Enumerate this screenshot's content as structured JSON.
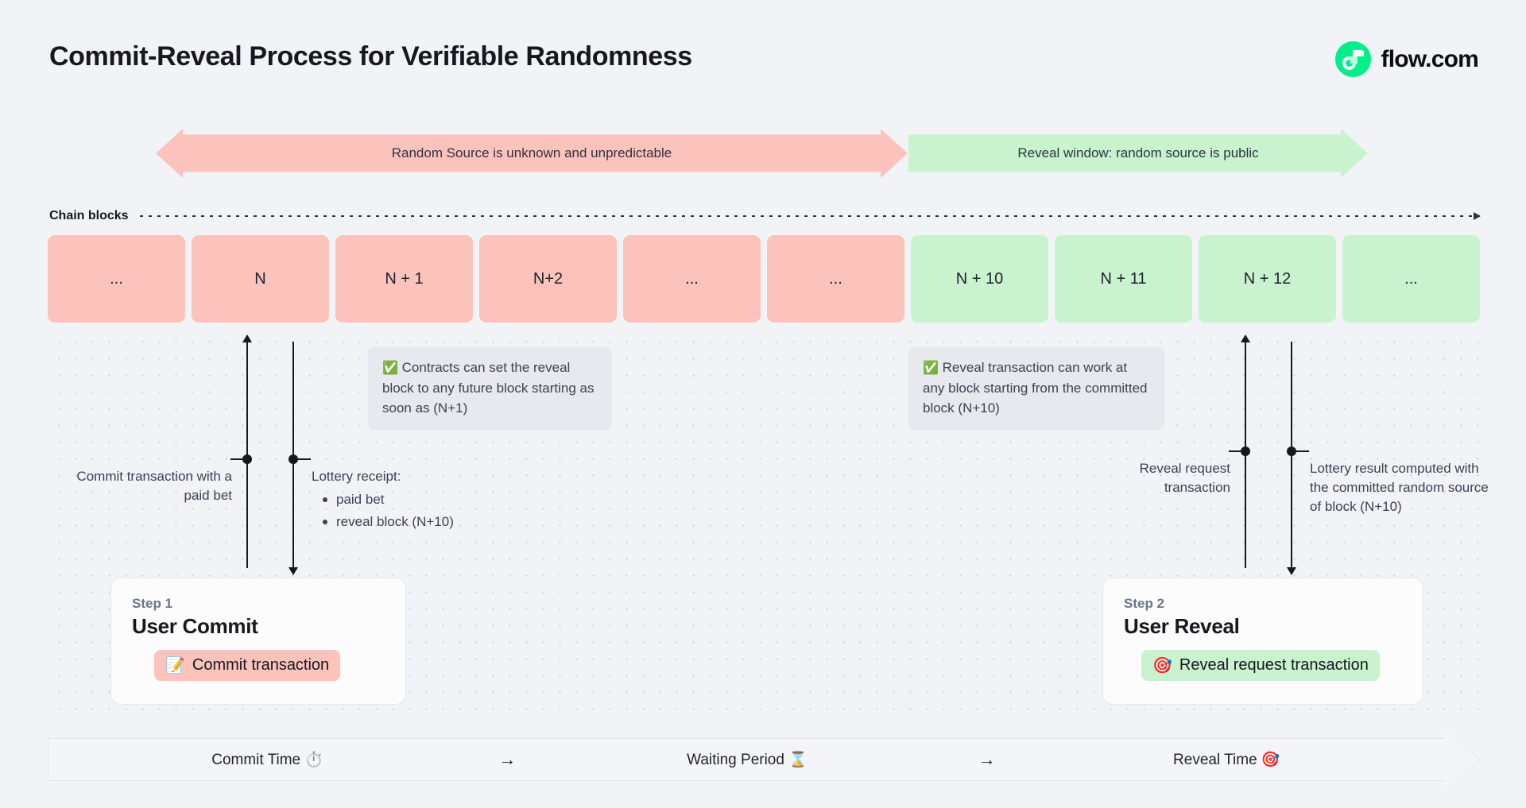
{
  "header": {
    "title": "Commit-Reveal Process for Verifiable Randomness",
    "brand_name": "flow.com",
    "brand_color": "#00ef8b"
  },
  "phases": {
    "unknown": {
      "label": "Random Source is unknown and unpredictable",
      "color": "#fcc3bc"
    },
    "reveal": {
      "label": "Reveal window: random source is public",
      "color": "#c9f2ce"
    }
  },
  "chain": {
    "label": "Chain blocks",
    "blocks": [
      {
        "label": "...",
        "state": "pink"
      },
      {
        "label": "N",
        "state": "pink"
      },
      {
        "label": "N + 1",
        "state": "pink"
      },
      {
        "label": "N+2",
        "state": "pink"
      },
      {
        "label": "...",
        "state": "pink"
      },
      {
        "label": "...",
        "state": "pink"
      },
      {
        "label": "N + 10",
        "state": "green"
      },
      {
        "label": "N + 11",
        "state": "green"
      },
      {
        "label": "N + 12",
        "state": "green"
      },
      {
        "label": "...",
        "state": "green"
      }
    ]
  },
  "notes": {
    "contracts": {
      "icon": "white-check-mark",
      "emoji": "✅",
      "text": "Contracts can set the reveal block to any future block starting as soon as (N+1)"
    },
    "reveal": {
      "icon": "white-check-mark",
      "emoji": "✅",
      "text": "Reveal transaction can work at any block starting from the committed block (N+10)"
    }
  },
  "annotations": {
    "commit": {
      "text": "Commit transaction with a paid bet"
    },
    "receipt": {
      "heading": "Lottery receipt:",
      "items": [
        "paid bet",
        "reveal block (N+10)"
      ]
    },
    "request": {
      "text": "Reveal request transaction"
    },
    "result": {
      "text": "Lottery result computed with the committed random source of block (N+10)"
    }
  },
  "steps": [
    {
      "eyebrow": "Step 1",
      "title": "User Commit",
      "chip_label": "Commit transaction",
      "chip_emoji": "📝",
      "chip_icon": "memo-icon",
      "chip_color": "#fcc3bc"
    },
    {
      "eyebrow": "Step 2",
      "title": "User Reveal",
      "chip_label": "Reveal request transaction",
      "chip_emoji": "🎯",
      "chip_icon": "direct-hit-icon",
      "chip_color": "#c9f2ce"
    }
  ],
  "timeline": {
    "phases": [
      {
        "label": "Commit Time ⏱️",
        "icon": "stopwatch-icon"
      },
      {
        "label": "Waiting Period ⌛",
        "icon": "hourglass-icon"
      },
      {
        "label": "Reveal Time 🎯",
        "icon": "direct-hit-icon"
      }
    ],
    "separator": "→"
  }
}
